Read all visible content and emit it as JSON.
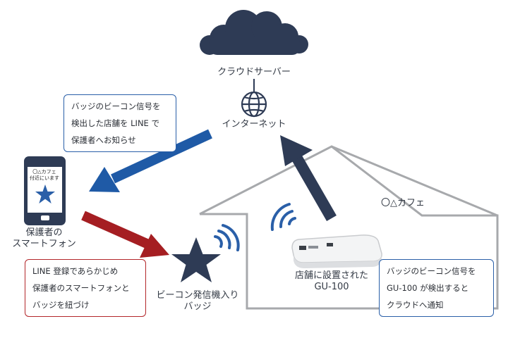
{
  "cloud": {
    "label": "クラウドサーバー",
    "icon": "cloud-icon"
  },
  "internet": {
    "label": "インターネット",
    "icon": "globe-icon"
  },
  "phone": {
    "label_lines": [
      "保護者の",
      "スマートフォン"
    ],
    "screen_lines": [
      "〇△カフェ",
      "付近にいます"
    ],
    "icon": "smartphone-icon"
  },
  "cafe": {
    "label": "〇△カフェ",
    "icon": "house-outline-icon"
  },
  "gateway": {
    "label_lines": [
      "店舗に設置された",
      "GU-100"
    ],
    "icon": "gateway-device-icon"
  },
  "badge": {
    "label_lines": [
      "ビーコン発信機入り",
      "バッジ"
    ],
    "icon": "star-badge-icon"
  },
  "callouts": {
    "notify_parent": [
      "バッジのビーコン信号を",
      "検出した店舗を LINE で",
      "保護者へお知らせ"
    ],
    "register": [
      "LINE 登録であらかじめ",
      "保護者のスマートフォンと",
      "バッジを紐づけ"
    ],
    "detect": [
      "バッジのビーコン信号を",
      "GU-100 が検出すると",
      "クラウドへ通知"
    ]
  },
  "colors": {
    "navy": "#2e3b55",
    "blue_arrow": "#1f5aa6",
    "red_arrow": "#a51e22",
    "house_line": "#a7a9ac"
  }
}
